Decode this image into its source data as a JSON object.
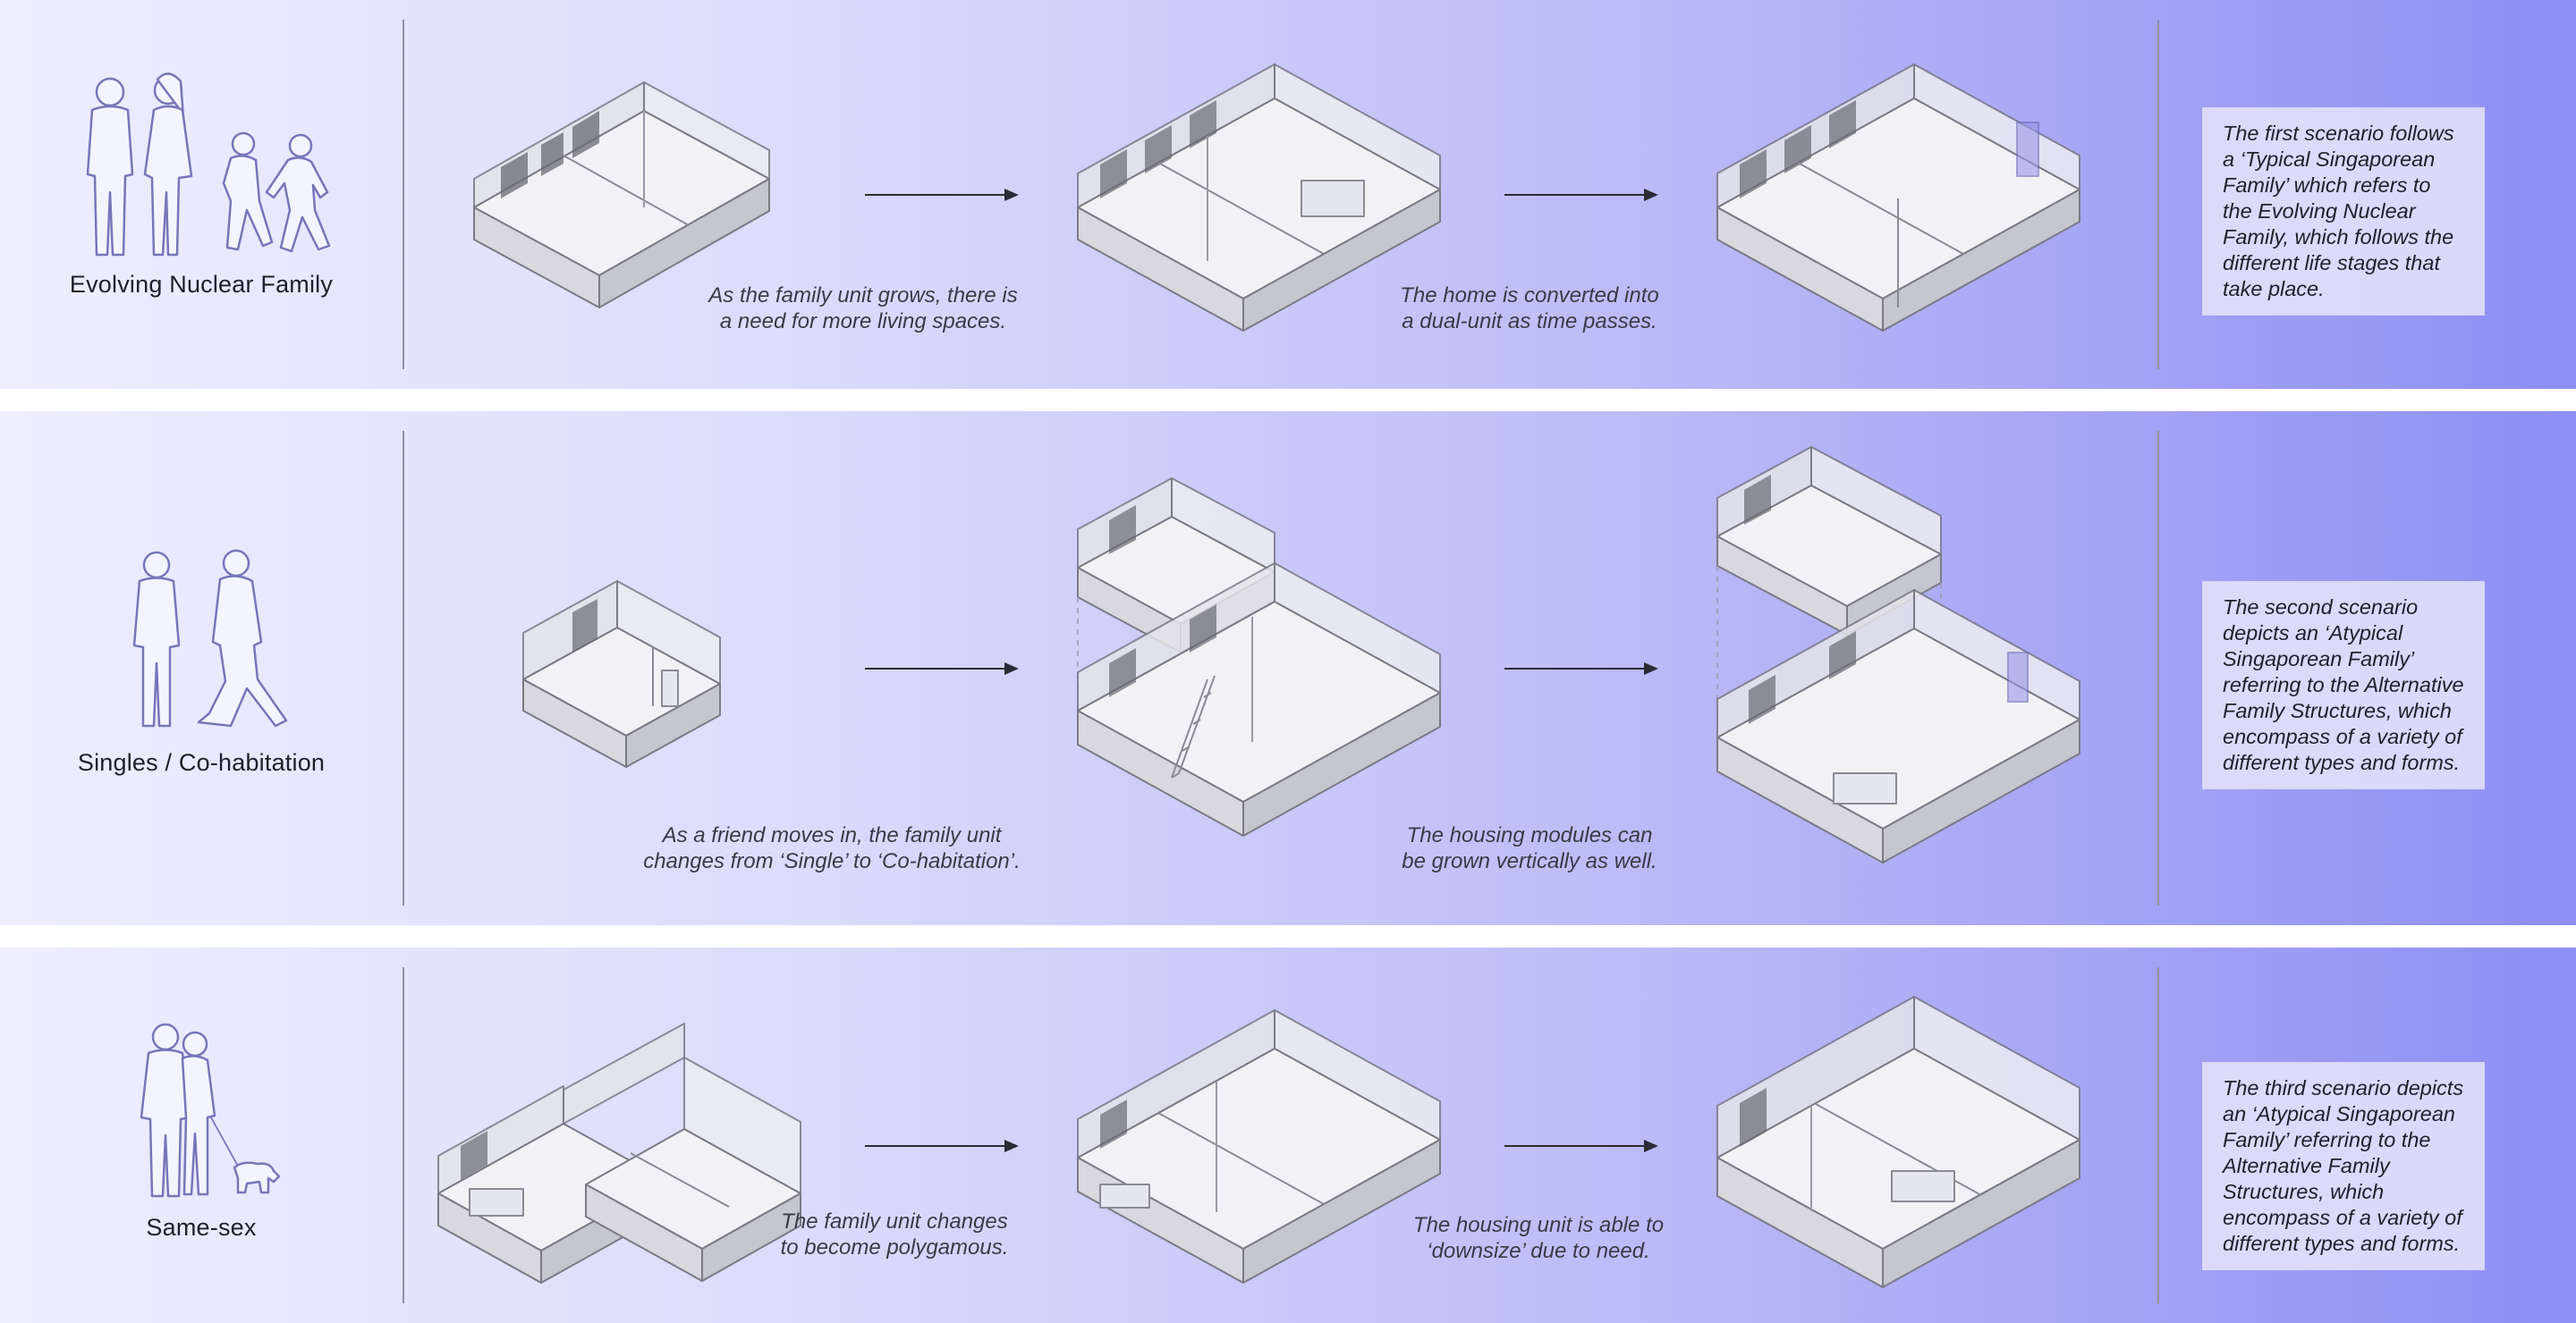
{
  "rows": [
    {
      "family_label": "Evolving Nuclear Family",
      "caption_1": [
        "As the family unit grows, there is",
        "a need for more living spaces."
      ],
      "caption_2": [
        "The home is converted into",
        "a dual-unit as time passes."
      ],
      "description": "The first scenario follows a ‘Typical Singaporean Family’ which refers to the Evolving Nuclear Family, which follows the different life stages that take place."
    },
    {
      "family_label": "Singles / Co-habitation",
      "caption_1": [
        "As a friend moves in, the family unit",
        "changes from ‘Single’ to ‘Co-habitation’."
      ],
      "caption_2": [
        "The housing modules can",
        "be grown vertically as well."
      ],
      "description": "The second scenario depicts an ‘Atypical Singaporean Family’ referring to the Alternative Family Structures, which encompass of a variety of different types and forms."
    },
    {
      "family_label": "Same-sex",
      "caption_1": [
        "The family unit changes",
        "to become polygamous."
      ],
      "caption_2": [
        "The housing unit is able to",
        "‘downsize’ due to need."
      ],
      "description": "The third scenario depicts an ‘Atypical Singaporean Family’ referring to the Alternative Family Structures, which encompass of a variety of different types and forms."
    }
  ],
  "icons": {
    "family_figures": "people-silhouette-icon",
    "module": "isometric-housing-module",
    "arrow": "right-arrow-icon"
  },
  "colors": {
    "band_start": "#eeeeff",
    "band_end": "#8e8ef4",
    "divider": "#8f8fa8",
    "note_box": "#e8e8fa"
  }
}
